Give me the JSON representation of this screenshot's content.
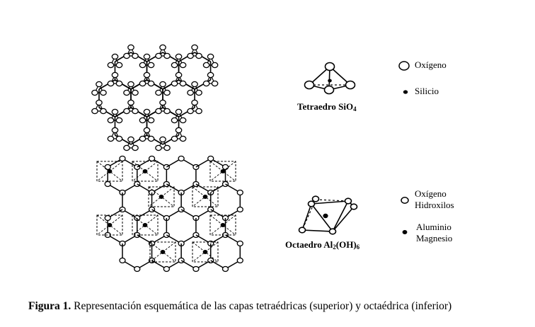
{
  "diagram": {
    "tetra_label_text": "Tetraedro SiO",
    "tetra_label_sub": "4",
    "octa_label_text": "Octaedro Al",
    "octa_label_sub1": "2",
    "octa_label_mid": "(OH)",
    "octa_label_sub2": "6",
    "legend_top": {
      "oxygen": "Oxígeno",
      "silicon": "Silicio"
    },
    "legend_bottom": {
      "oxygen_line1": "Oxígeno",
      "oxygen_line2": "Hidroxilos",
      "metal_line1": "Aluminio",
      "metal_line2": "Magnesio"
    }
  },
  "caption": {
    "prefix": "Figura 1.",
    "text": " Representación esquemática de las capas tetraédricas (superior) y octaédrica (inferior)"
  }
}
